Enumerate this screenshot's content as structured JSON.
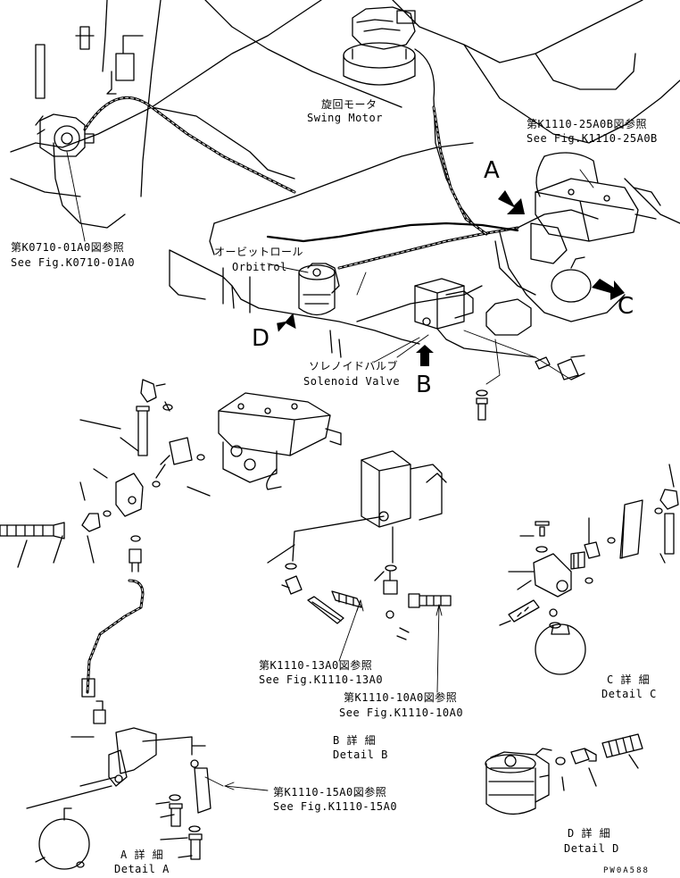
{
  "swing_motor": {
    "jp": "旋回モータ",
    "en": "Swing Motor"
  },
  "ref_k1110_25a0b": {
    "jp": "第K1110-25A0B図参照",
    "en": "See Fig.K1110-25A0B"
  },
  "ref_k0710_01a0": {
    "jp": "第K0710-01A0図参照",
    "en": "See Fig.K0710-01A0"
  },
  "orbitrol": {
    "jp": "オービットロール",
    "en": "Orbitrol"
  },
  "solenoid_valve": {
    "jp": "ソレノイドバルブ",
    "en": "Solenoid Valve"
  },
  "view_letters": {
    "a": "A",
    "b": "B",
    "c": "C",
    "d": "D"
  },
  "ref_k1110_13a0": {
    "jp": "第K1110-13A0図参照",
    "en": "See Fig.K1110-13A0"
  },
  "ref_k1110_10a0": {
    "jp": "第K1110-10A0図参照",
    "en": "See Fig.K1110-10A0"
  },
  "ref_k1110_15a0": {
    "jp": "第K1110-15A0図参照",
    "en": "See Fig.K1110-15A0"
  },
  "detail_a": {
    "jp": "A 詳 細",
    "en": "Detail A"
  },
  "detail_b": {
    "jp": "B 詳 細",
    "en": "Detail B"
  },
  "detail_c": {
    "jp": "C 詳 細",
    "en": "Detail C"
  },
  "detail_d": {
    "jp": "D 詳 細",
    "en": "Detail D"
  },
  "drawing_code": "PW0A588"
}
